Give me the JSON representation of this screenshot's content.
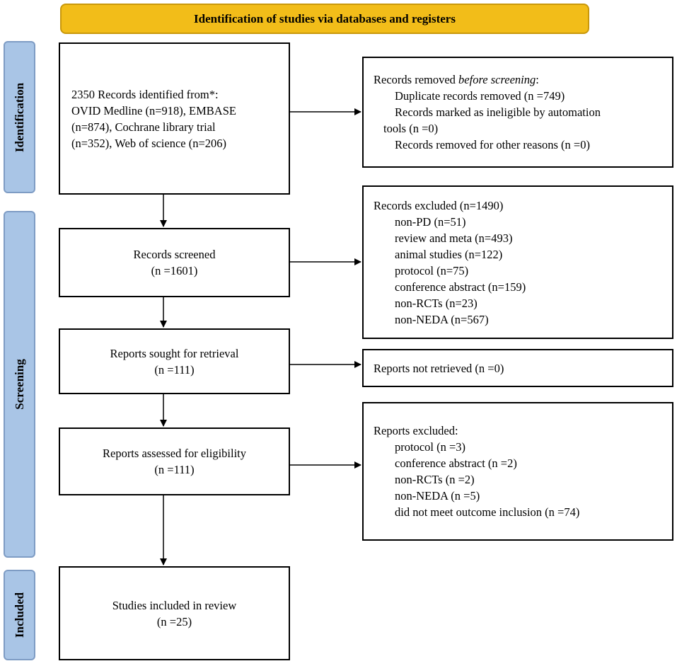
{
  "header": {
    "title": "Identification of studies via databases and registers"
  },
  "phases": {
    "identification": "Identification",
    "screening": "Screening",
    "included": "Included"
  },
  "identified": {
    "lines": [
      "2350 Records identified from*:",
      "OVID Medline (n=918), EMBASE",
      "(n=874), Cochrane library trial",
      "(n=352), Web of science (n=206)"
    ]
  },
  "removed": {
    "title_prefix": "Records removed ",
    "title_emphasis": "before screening",
    "title_suffix": ":",
    "items": [
      "Duplicate records removed (n =749)",
      "Records marked as ineligible by automation",
      "tools (n =0)",
      "Records removed for other reasons (n =0)"
    ]
  },
  "screened": {
    "label": "Records screened",
    "count": "(n =1601)"
  },
  "excluded": {
    "title": "Records excluded (n=1490)",
    "items": [
      "non-PD (n=51)",
      "review and meta (n=493)",
      "animal studies (n=122)",
      "protocol (n=75)",
      "conference abstract (n=159)",
      "non-RCTs (n=23)",
      "non-NEDA (n=567)"
    ]
  },
  "sought": {
    "label": "Reports sought for retrieval",
    "count": "(n =111)"
  },
  "not_retrieved": {
    "label": "Reports not retrieved (n =0)"
  },
  "assessed": {
    "label": "Reports assessed for eligibility",
    "count": "(n =111)"
  },
  "reports_excluded": {
    "title": "Reports excluded:",
    "items": [
      "protocol (n =3)",
      "conference abstract (n =2)",
      "non-RCTs (n =2)",
      "non-NEDA (n =5)",
      "did not meet outcome inclusion (n =74)"
    ]
  },
  "included": {
    "label": "Studies included in review",
    "count": "(n =25)"
  }
}
